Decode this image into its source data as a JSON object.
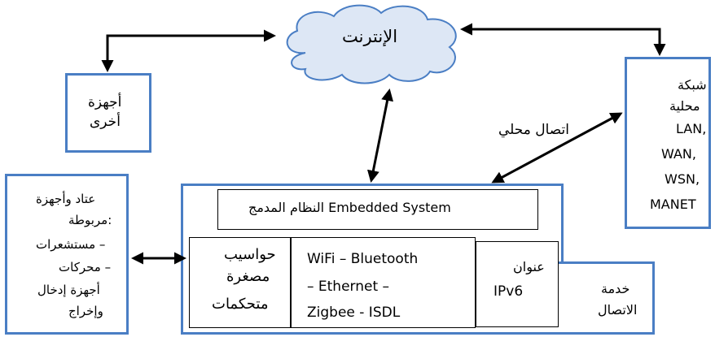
{
  "colors": {
    "box_border": "#4a7ec4",
    "cloud_fill": "#dde7f5",
    "cloud_stroke": "#4a7ec4",
    "arrow": "#000000"
  },
  "internet": {
    "label": "الإنترنت"
  },
  "other_devices": {
    "line1": "أجهزة",
    "line2": "أخرى"
  },
  "local_network": {
    "line1": "شبكة",
    "line2": "محلية",
    "line3": "LAN,",
    "line4": "WAN,",
    "line5": "WSN,",
    "line6": "MANET"
  },
  "local_connection": {
    "label": "اتصال محلي"
  },
  "peripherals": {
    "line1": "عتاد وأجهزة",
    "line2": "مربوطة:",
    "line3": "مستشعرات –",
    "line4": "محركات –",
    "line5": "أجهزة إدخال",
    "line6": "وإخراج"
  },
  "embedded_system": {
    "label": "النظام المدمج Embedded System"
  },
  "microcontrollers": {
    "line1": "حواسيب",
    "line2": "مصغرة",
    "line3": "متحكمات"
  },
  "protocols": {
    "line1": "WiFi – Bluetooth",
    "line2": "– Ethernet –",
    "line3": "Zigbee - ISDL"
  },
  "ipv6": {
    "line1": "عنوان",
    "line2": "IPv6"
  },
  "connection_service": {
    "line1": "خدمة",
    "line2": "الاتصال"
  }
}
